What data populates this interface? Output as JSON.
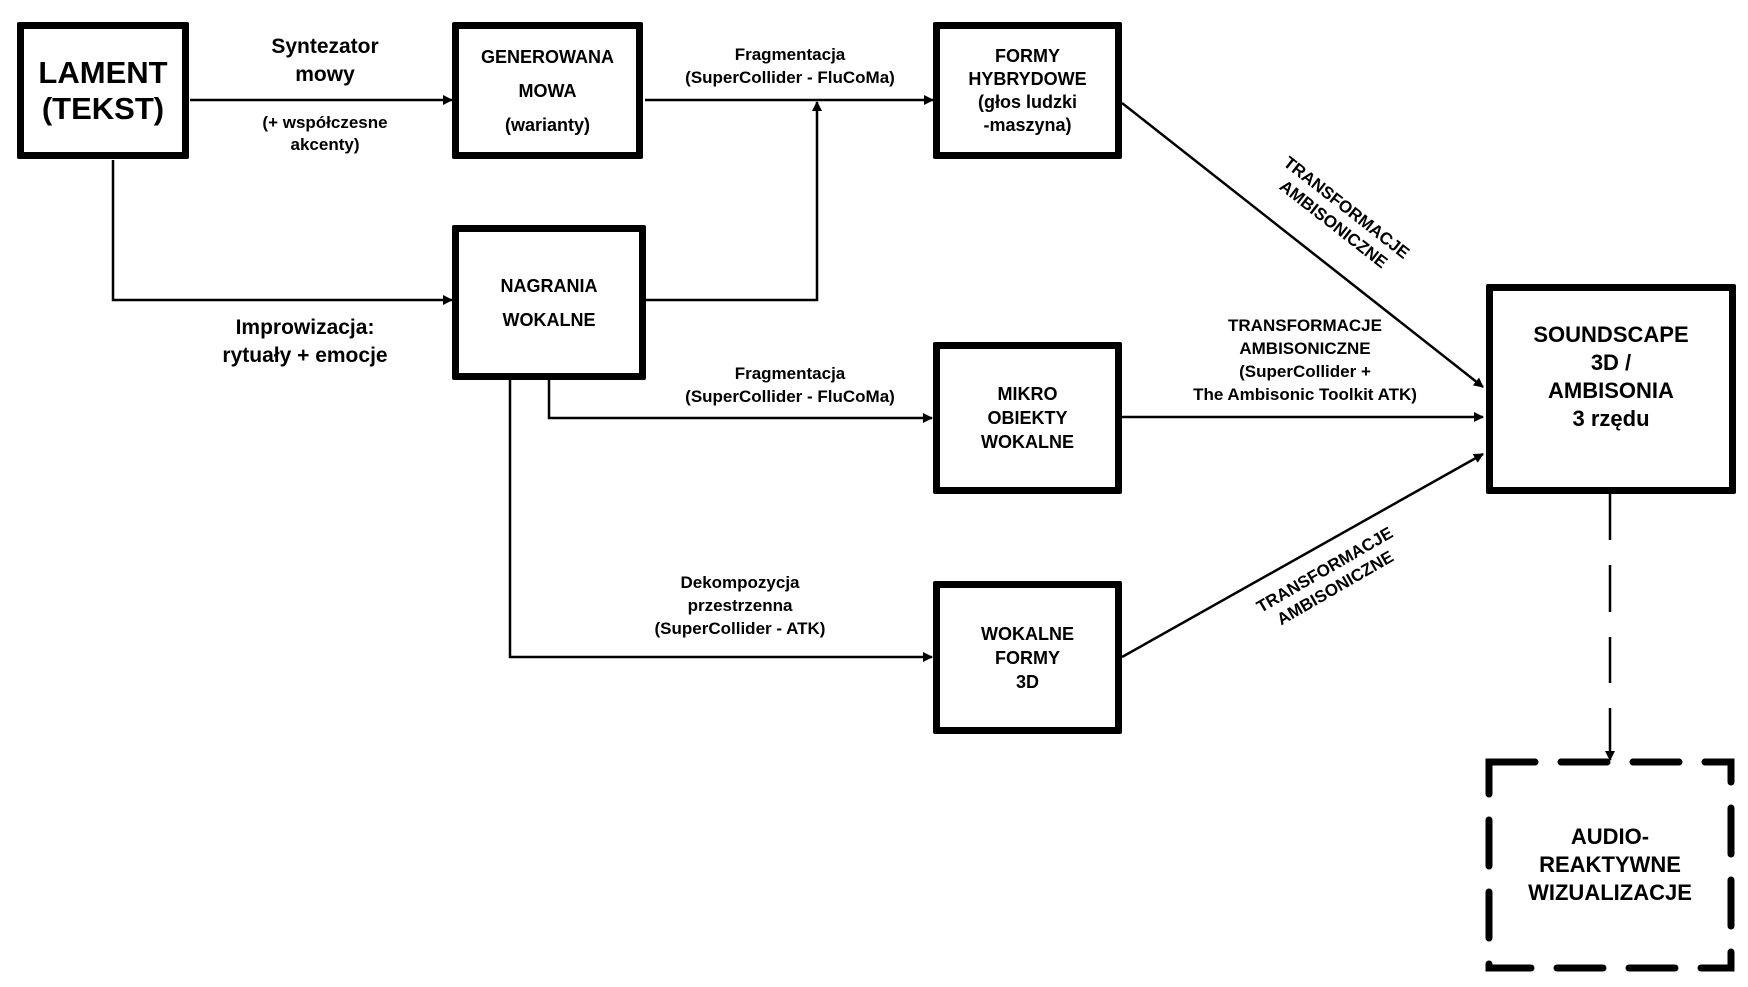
{
  "diagram": {
    "nodes": {
      "lament": {
        "lines": [
          "LAMENT",
          "(TEKST)"
        ]
      },
      "generowana": {
        "lines": [
          "GENEROWANA",
          "MOWA",
          "(warianty)"
        ]
      },
      "formy_hybrydowe": {
        "lines": [
          "FORMY",
          "HYBRYDOWE",
          "(głos ludzki",
          "-maszyna)"
        ]
      },
      "nagrania": {
        "lines": [
          "NAGRANIA",
          "WOKALNE"
        ]
      },
      "mikro": {
        "lines": [
          "MIKRO",
          "OBIEKTY",
          "WOKALNE"
        ]
      },
      "wokalne_3d": {
        "lines": [
          "WOKALNE",
          "FORMY",
          "3D"
        ]
      },
      "soundscape": {
        "lines": [
          "SOUNDSCAPE",
          "3D /",
          "AMBISONIA",
          "3 rzędu"
        ]
      },
      "audio": {
        "lines": [
          "AUDIO-",
          "REAKTYWNE",
          "WIZUALIZACJE"
        ]
      }
    },
    "edge_labels": {
      "syntezator_top": [
        "Syntezator",
        "mowy"
      ],
      "syntezator_bottom": [
        "(+ współczesne",
        "akcenty)"
      ],
      "improwizacja": [
        "Improwizacja:",
        "rytuały + emocje"
      ],
      "fragmentacja_top": [
        "Fragmentacja",
        "(SuperCollider - FluCoMa)"
      ],
      "fragmentacja_mid": [
        "Fragmentacja",
        "(SuperCollider - FluCoMa)"
      ],
      "dekompozycja": [
        "Dekompozycja",
        "przestrzenna",
        "(SuperCollider - ATK)"
      ],
      "transf_diag_top": [
        "TRANSFORMACJE",
        "AMBISONICZNE"
      ],
      "transf_mid": [
        "TRANSFORMACJE",
        "AMBISONICZNE",
        "(SuperCollider +",
        "The Ambisonic Toolkit ATK)"
      ],
      "transf_diag_bottom": [
        "TRANSFORMACJE",
        "AMBISONICZNE"
      ]
    },
    "edges": [
      {
        "from": "lament",
        "to": "generowana",
        "label": "syntezator"
      },
      {
        "from": "lament",
        "to": "nagrania",
        "label": "improwizacja"
      },
      {
        "from": "generowana",
        "to": "formy_hybrydowe",
        "label": "fragmentacja_top"
      },
      {
        "from": "nagrania",
        "to": "formy_hybrydowe",
        "label": ""
      },
      {
        "from": "nagrania",
        "to": "mikro",
        "label": "fragmentacja_mid"
      },
      {
        "from": "nagrania",
        "to": "wokalne_3d",
        "label": "dekompozycja"
      },
      {
        "from": "formy_hybrydowe",
        "to": "soundscape",
        "label": "transf_diag_top"
      },
      {
        "from": "mikro",
        "to": "soundscape",
        "label": "transf_mid"
      },
      {
        "from": "wokalne_3d",
        "to": "soundscape",
        "label": "transf_diag_bottom"
      },
      {
        "from": "soundscape",
        "to": "audio",
        "label": "",
        "style": "dashed"
      }
    ]
  }
}
